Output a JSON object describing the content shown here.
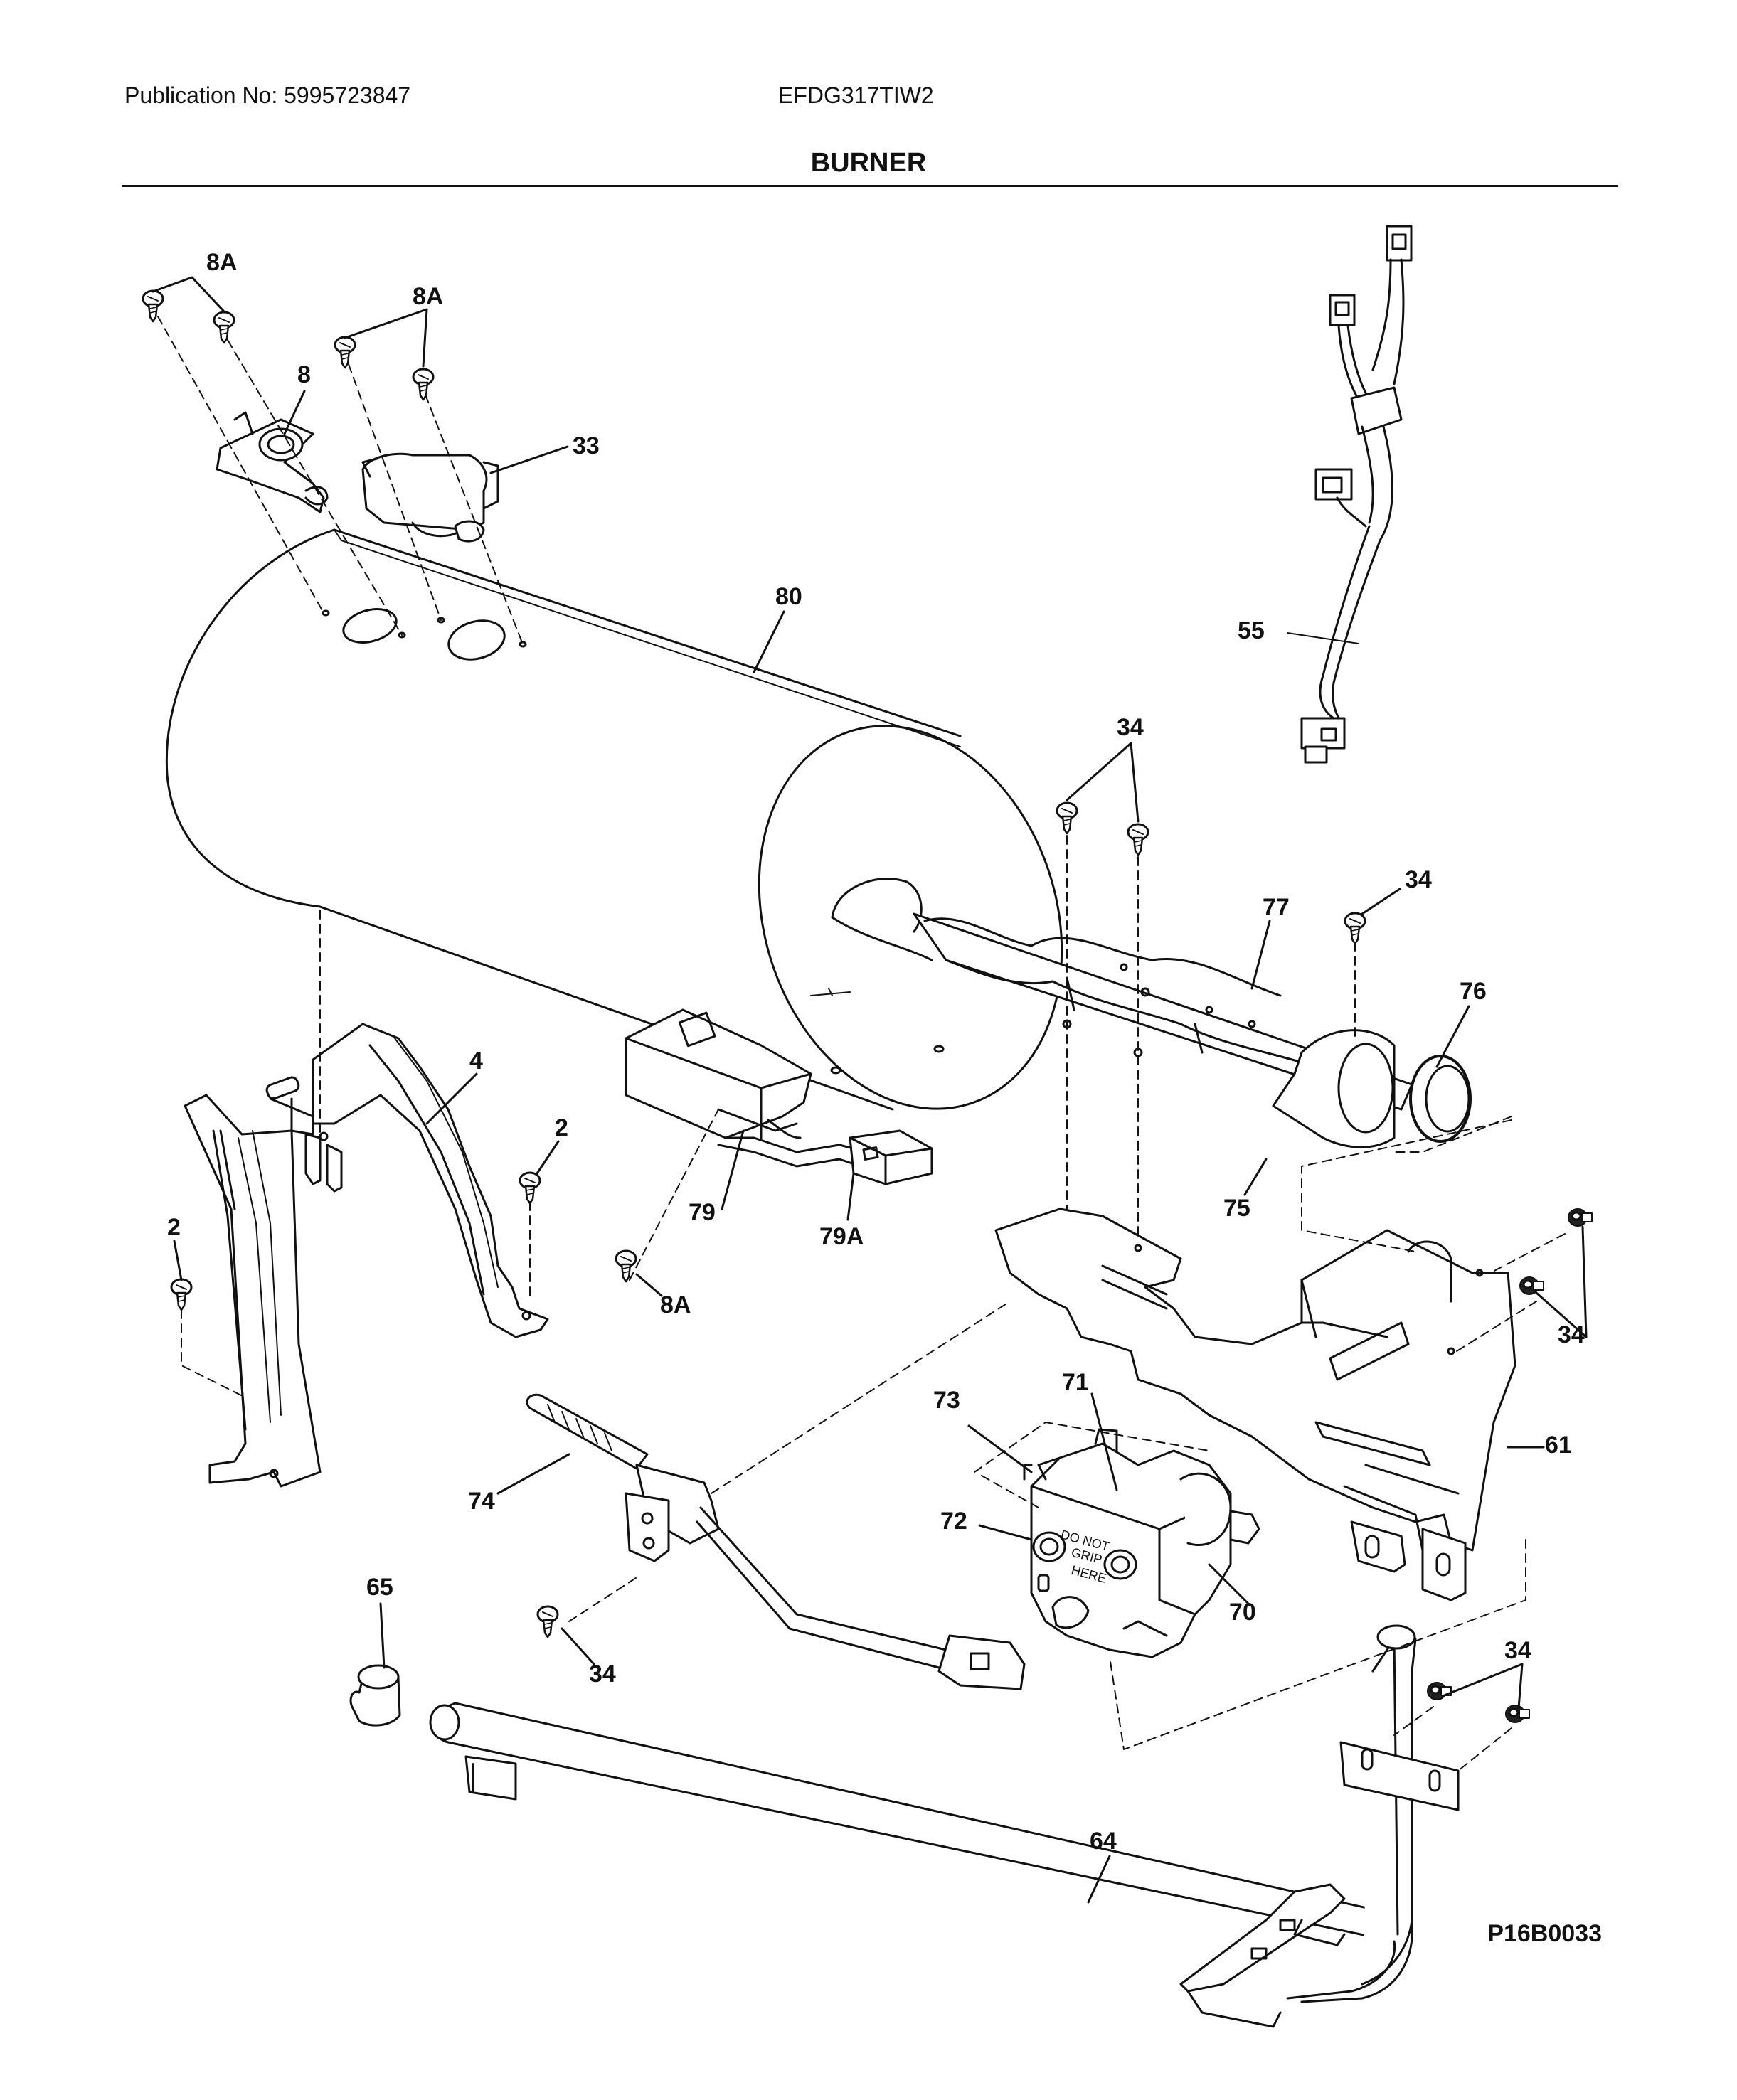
{
  "header": {
    "publication": "Publication No: 5995723847",
    "model": "EFDG317TIW2",
    "title": "BURNER"
  },
  "figure_code": "P16B0033",
  "callouts": {
    "c8a_1": "8A",
    "c8a_2": "8A",
    "c8": "8",
    "c33": "33",
    "c80": "80",
    "c55": "55",
    "c34_1": "34",
    "c34_2": "34",
    "c77": "77",
    "c76": "76",
    "c75": "75",
    "c4": "4",
    "c2_1": "2",
    "c2_2": "2",
    "c79": "79",
    "c79a": "79A",
    "c8a_3": "8A",
    "c34_3": "34",
    "c71": "71",
    "c73": "73",
    "c61": "61",
    "c74": "74",
    "c72": "72",
    "c70": "70",
    "c65": "65",
    "c34_4": "34",
    "c34_5": "34",
    "c64": "64"
  },
  "labels_on_parts": {
    "valve_text_1": "DO NOT",
    "valve_text_2": "GRIP",
    "valve_text_3": "HERE"
  }
}
